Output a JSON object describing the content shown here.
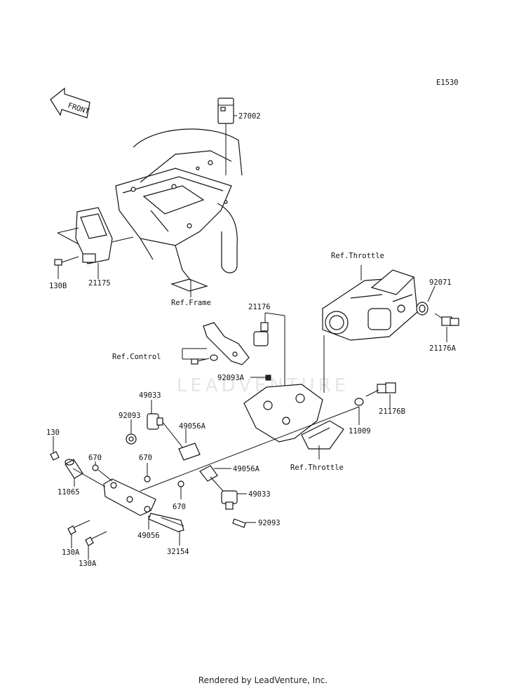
{
  "diagram_code": "E1530",
  "front_arrow_label": "FRONT",
  "watermark": "LEADVENTURE",
  "footer": "Rendered by LeadVenture, Inc.",
  "labels": {
    "p27002": "27002",
    "p130B": "130B",
    "p21175": "21175",
    "refFrame": "Ref.Frame",
    "refThrottleTop": "Ref.Throttle",
    "p92071": "92071",
    "p21176A": "21176A",
    "p21176": "21176",
    "refControl": "Ref.Control",
    "p92093A": "92093A",
    "p21176B": "21176B",
    "p49033a": "49033",
    "p92093a": "92093",
    "p49056A_a": "49056A",
    "p130": "130",
    "p670a": "670",
    "p670b": "670",
    "p11065": "11065",
    "p11009": "11009",
    "refThrottleBottom": "Ref.Throttle",
    "p49056A_b": "49056A",
    "p49033b": "49033",
    "p92093b": "92093",
    "p670c": "670",
    "p49056": "49056",
    "p130A_a": "130A",
    "p130A_b": "130A",
    "p32154": "32154"
  }
}
